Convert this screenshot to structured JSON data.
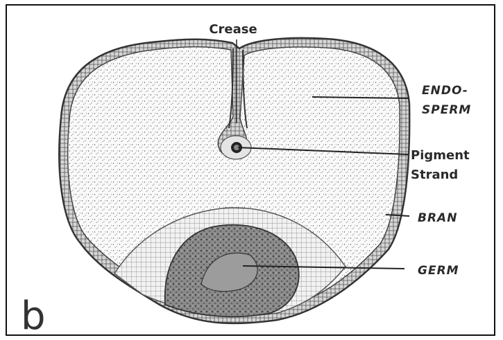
{
  "labels": {
    "crease": "Crease",
    "endosperm_line1": "ENDO-",
    "endosperm_line2": "SPERM",
    "pigment_line1": "Pigment",
    "pigment_line2": "Strand",
    "bran": "BRAN",
    "germ": "GERM"
  },
  "panel_letter": "b"
}
